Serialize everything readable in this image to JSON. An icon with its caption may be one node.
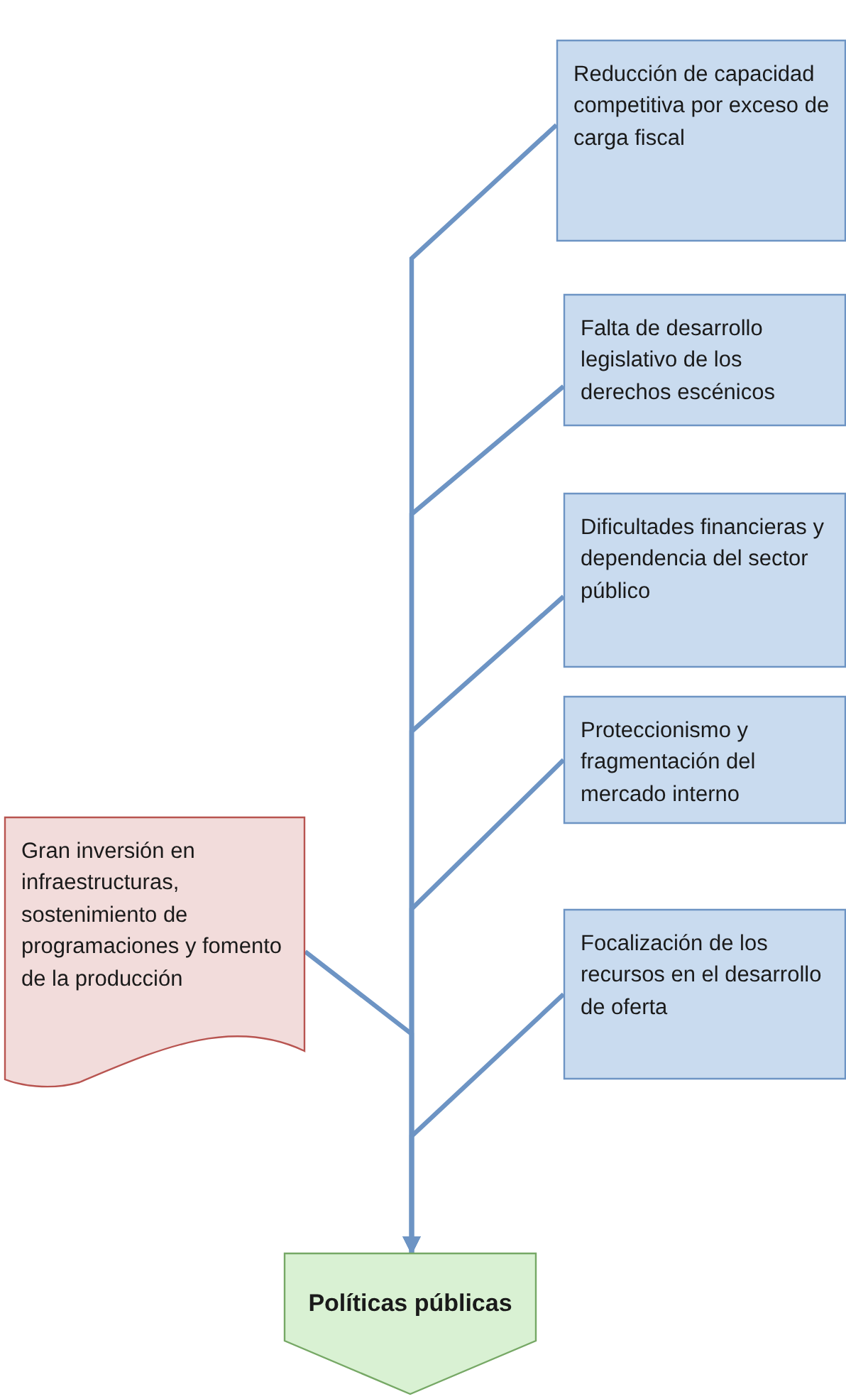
{
  "diagram": {
    "nodes": [
      {
        "text": [
          "Reducción de capacidad competitiva por exceso de carga fiscal"
        ]
      },
      {
        "text": [
          "Falta de desarrollo legislativo de los derechos escénicos"
        ]
      },
      {
        "text": [
          "Dificultades financieras y dependencia del sector público"
        ]
      },
      {
        "text": [
          "Proteccionismo y fragmentación del mercado interno"
        ]
      },
      {
        "text": [
          "Gran inversión en infraestructuras, sostenimiento de programaciones y fomento de la producción"
        ]
      },
      {
        "text": [
          "Focalización de los recursos en el desarrollo de oferta"
        ]
      },
      {
        "text": [
          "Políticas públicas"
        ]
      }
    ],
    "edges": [
      {
        "from": 0,
        "to": 6,
        "arrow": "to"
      },
      {
        "from": 1,
        "to": 6,
        "arrow": "to"
      },
      {
        "from": 2,
        "to": 6,
        "arrow": "to"
      },
      {
        "from": 3,
        "to": 6,
        "arrow": "to"
      },
      {
        "from": 4,
        "to": 6,
        "arrow": "to"
      },
      {
        "from": 5,
        "to": 6,
        "arrow": "to"
      }
    ]
  }
}
